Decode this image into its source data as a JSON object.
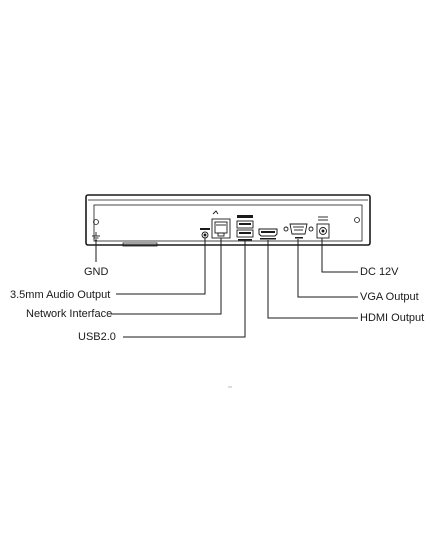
{
  "labels": {
    "gnd": "GND",
    "audio": "3.5mm Audio Output",
    "network": "Network Interface",
    "usb": "USB2.0",
    "dc": "DC 12V",
    "vga": "VGA Output",
    "hdmi": "HDMI Output"
  },
  "colors": {
    "line": "#1a1a1a",
    "device_fill": "#ffffff"
  },
  "icons": [
    "ground-screw-icon",
    "audio-jack-icon",
    "ethernet-port-icon",
    "usb-port-icon",
    "hdmi-port-icon",
    "vga-port-icon",
    "dc-power-jack-icon"
  ]
}
